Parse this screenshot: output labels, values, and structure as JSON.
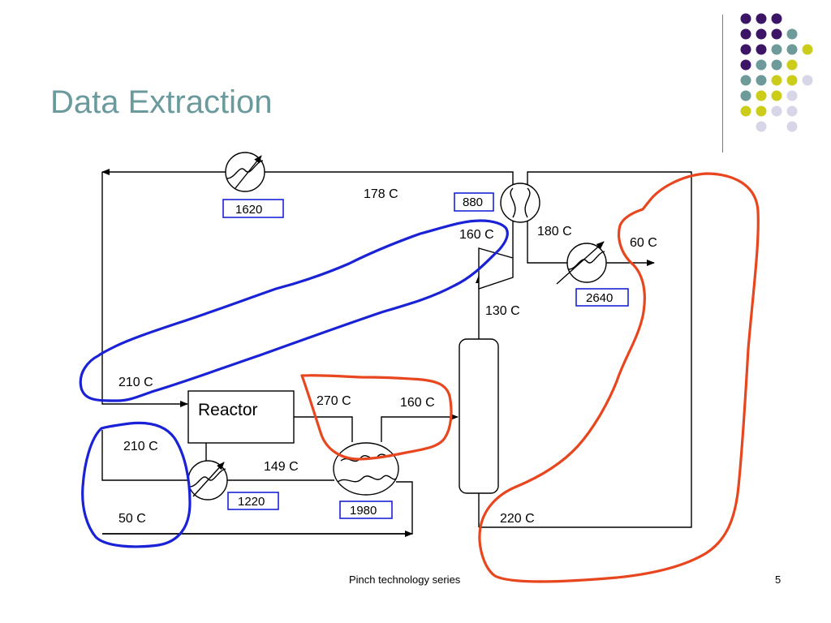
{
  "slide": {
    "title": "Data Extraction",
    "footer": "Pinch technology series",
    "page_number": "5"
  },
  "diagram": {
    "reactor_label": "Reactor",
    "temperatures": {
      "t178": "178 C",
      "t160_top": "160 C",
      "t180": "180 C",
      "t60": "60 C",
      "t130": "130 C",
      "t210_upper": "210 C",
      "t270": "270 C",
      "t160_mid": "160 C",
      "t210_lower": "210 C",
      "t149": "149 C",
      "t50": "50 C",
      "t220": "220 C"
    },
    "duties": {
      "d1620": "1620",
      "d880": "880",
      "d2640": "2640",
      "d1220": "1220",
      "d1980": "1980"
    }
  },
  "colors": {
    "title": "#6a9a9c",
    "blue_loop": "#1a22d6",
    "orange_loop": "#e8461e",
    "duty_box": "#1a22d6"
  },
  "dot_grid_colors": [
    "#3d1566",
    "#6e9a9a",
    "#cccc1a",
    "#d6d6e8"
  ]
}
